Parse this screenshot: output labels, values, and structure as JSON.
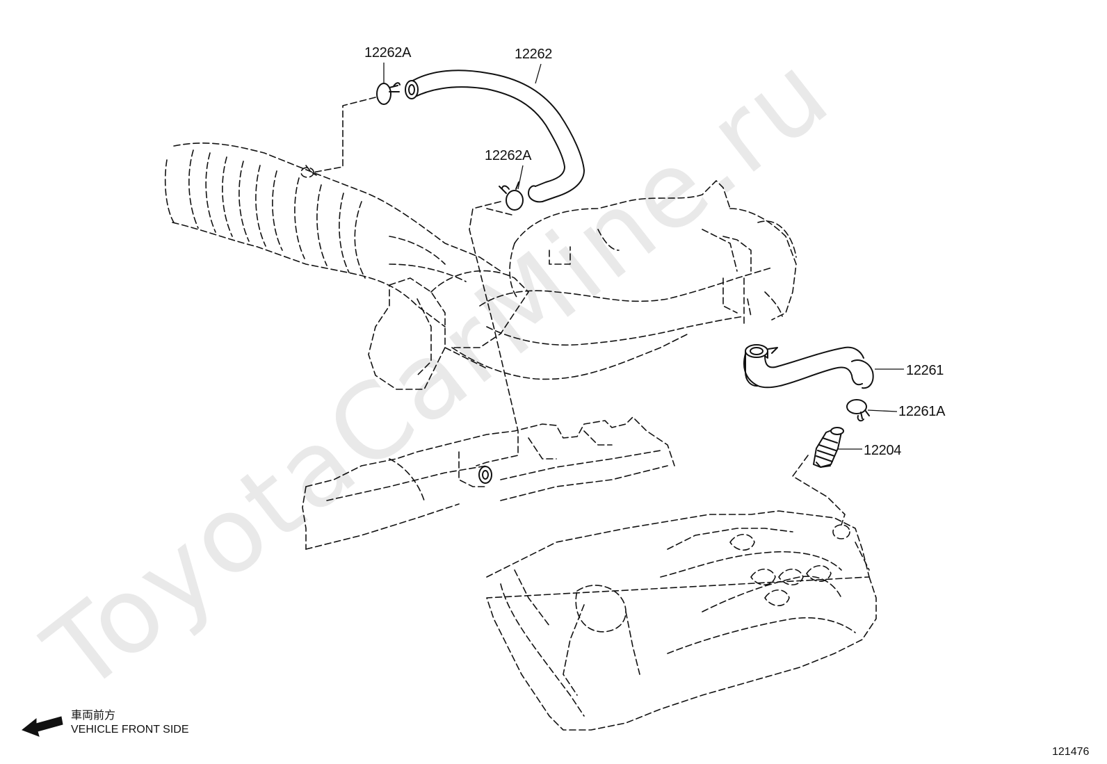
{
  "watermark": "ToyotaCarMine.ru",
  "callouts": {
    "hose_upper": "12262",
    "clamp_upper_a": "12262A",
    "clamp_upper_b": "12262A",
    "hose_lower": "12261",
    "clamp_lower": "12261A",
    "pcv_valve": "12204"
  },
  "direction": {
    "japanese": "車両前方",
    "english": "VEHICLE FRONT SIDE"
  },
  "figure_number": "121476"
}
